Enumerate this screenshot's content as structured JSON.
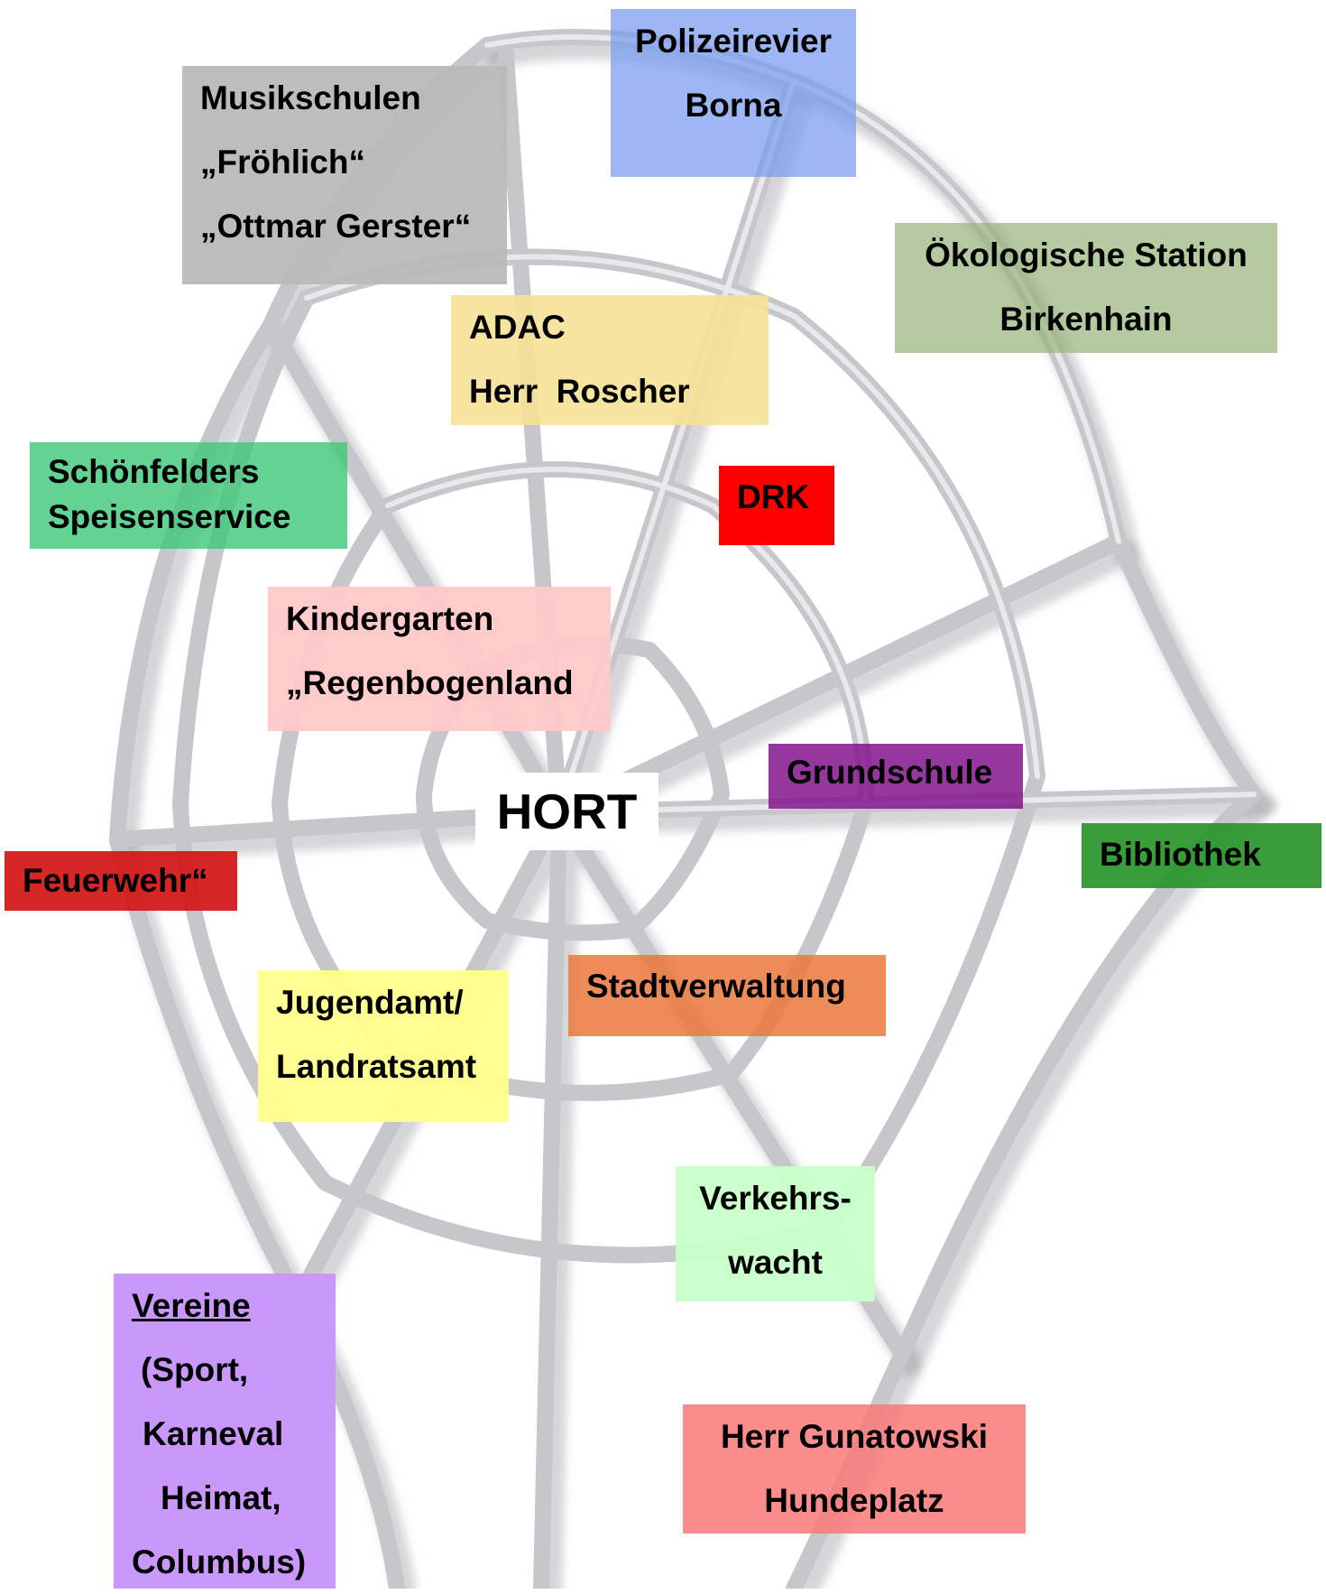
{
  "center": "HORT",
  "partners": {
    "polizei": [
      "Polizeirevier",
      "Borna"
    ],
    "musik": [
      "Musikschulen",
      "„Fröhlich“",
      "„Ottmar Gerster“"
    ],
    "oeko": [
      "Ökologische Station",
      "Birkenhain"
    ],
    "adac": [
      "ADAC",
      "Herr  Roscher"
    ],
    "schoen": [
      "Schönfelders",
      "Speisenservice"
    ],
    "drk": [
      "DRK"
    ],
    "kinder": [
      "Kindergarten",
      "„Regenbogenland"
    ],
    "grund": [
      "Grundschule"
    ],
    "biblio": [
      "Bibliothek"
    ],
    "feuer": [
      "Feuerwehr“"
    ],
    "stadt": [
      "Stadtverwaltung"
    ],
    "jugend": [
      "Jugendamt/",
      "Landratsamt"
    ],
    "verkehr": [
      "Verkehrs-",
      "wacht"
    ],
    "vereine": [
      "Vereine",
      "(Sport,",
      "Karneval",
      "Heimat,",
      "Columbus)"
    ],
    "herr": [
      "Herr Gunatowski",
      "Hundeplatz"
    ]
  },
  "colors": {
    "web": "#c8c8cc",
    "drk": "#ff0000",
    "polizei": "#789bf0",
    "grund": "#82148c"
  }
}
